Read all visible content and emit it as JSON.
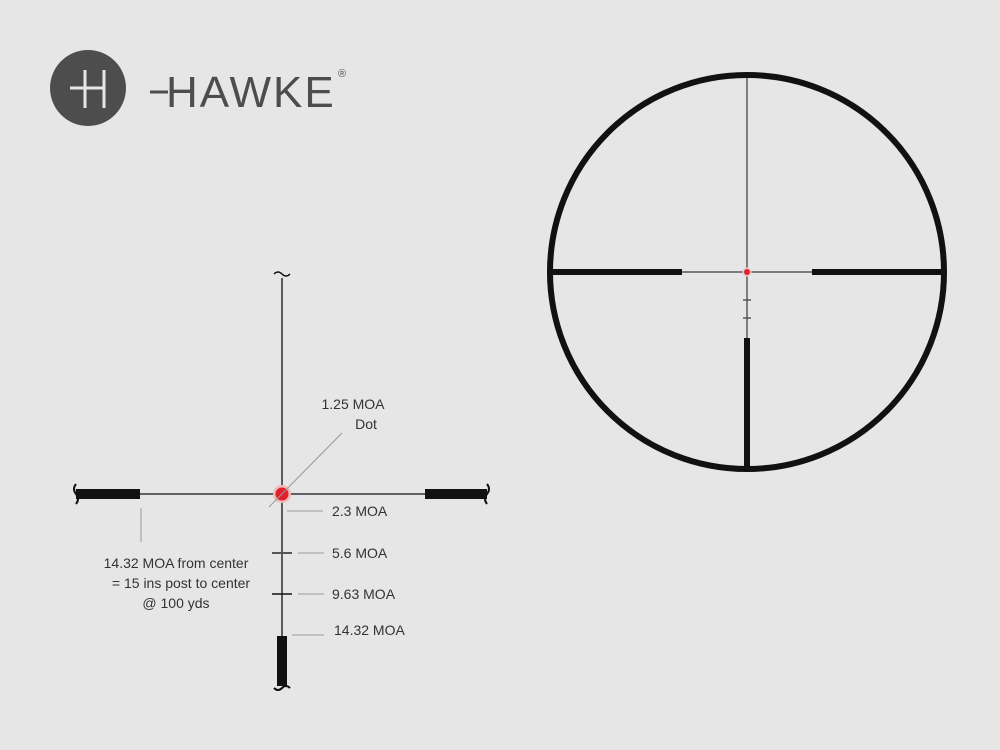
{
  "logo": {
    "brand": "HAWKE",
    "registered": "®",
    "color": "#4d4d4d"
  },
  "labels": {
    "dot_line1": "1.25 MOA",
    "dot_line2": "Dot",
    "mark1": "2.3 MOA",
    "mark2": "5.6 MOA",
    "mark3": "9.63 MOA",
    "mark4": "14.32 MOA",
    "post_line1": "14.32 MOA from center",
    "post_line2": "= 15 ins post to center",
    "post_line3": "@ 100 yds"
  },
  "colors": {
    "background": "#e6e6e6",
    "reticle": "#111111",
    "dot": "#e0202a",
    "leader": "#999999"
  }
}
